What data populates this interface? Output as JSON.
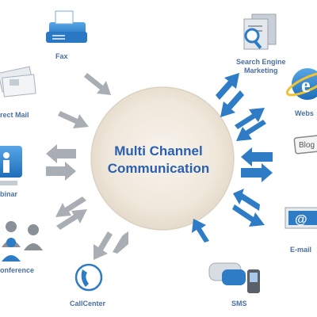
{
  "center": {
    "line1": "Multi Channel",
    "line2": "Communication"
  },
  "channels": {
    "fax": "Fax",
    "search_engine_marketing": "Search Engine\nMarketing",
    "direct_mail": "rect Mail",
    "website": "Webs",
    "blog": "",
    "webinar": "binar",
    "email": "E-mail",
    "conference": "onference",
    "callcenter": "CallCenter",
    "sms": "SMS"
  },
  "icon_text": {
    "email_icon": "@",
    "blog_icon": "Blog",
    "web_icon": "e"
  },
  "colors": {
    "accent": "#2e7bc6",
    "arrow_gray": "#a9aeb4",
    "label": "#4a6fa0",
    "circle": "#efe7da"
  }
}
